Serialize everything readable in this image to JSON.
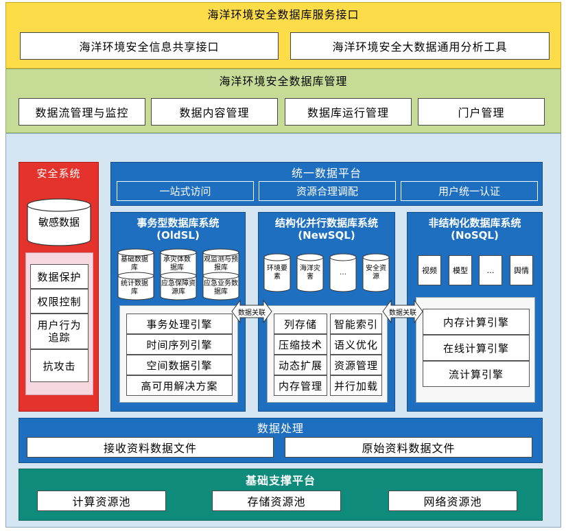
{
  "service_layer": {
    "title": "海洋环境安全数据库服务接口",
    "items": [
      "海洋环境安全信息共享接口",
      "海洋环境安全大数据通用分析工具"
    ]
  },
  "management_layer": {
    "title": "海洋环境安全数据库管理",
    "items": [
      "数据流管理与监控",
      "数据内容管理",
      "数据库运行管理",
      "门户管理"
    ]
  },
  "security": {
    "title": "安全系统",
    "db_label": "敏感数据",
    "items": [
      "数据保护",
      "权限控制",
      "用户行为追踪",
      "抗攻击"
    ]
  },
  "unified_platform": {
    "title": "统一数据平台",
    "items": [
      "一站式访问",
      "资源合理调配",
      "用户统一认证"
    ]
  },
  "oldsl": {
    "title": "事务型数据库系统",
    "subtitle": "(OldSL)",
    "dbs": [
      "基础数据库",
      "承灾体数据库",
      "观监测与预报库",
      "统计数据库",
      "应急保障资源库",
      "应急业务数据库"
    ],
    "engines": [
      "事务处理引擎",
      "时间序列引擎",
      "空间数据引擎",
      "高可用解决方案"
    ]
  },
  "newsql": {
    "title": "结构化并行数据库系统",
    "subtitle": "(NewSQL)",
    "dbs": [
      "环境要素",
      "海洋灾害",
      "…",
      "安全资源"
    ],
    "features_left": [
      "列存储",
      "压缩技术",
      "动态扩展",
      "内存管理"
    ],
    "features_right": [
      "智能索引",
      "语义优化",
      "资源管理",
      "并行加载"
    ]
  },
  "nosql": {
    "title": "非结构化数据库系统",
    "subtitle": "(NoSQL)",
    "items": [
      "视频",
      "模型",
      "…",
      "舆情"
    ],
    "engines": [
      "内存计算引擎",
      "在线计算引擎",
      "流计算引擎"
    ]
  },
  "link_label": "数据关联",
  "data_processing": {
    "title": "数据处理",
    "items": [
      "接收资料数据文件",
      "原始资料数据文件"
    ]
  },
  "infrastructure": {
    "title": "基础支撑平台",
    "items": [
      "计算资源池",
      "存储资源池",
      "网络资源池"
    ]
  }
}
